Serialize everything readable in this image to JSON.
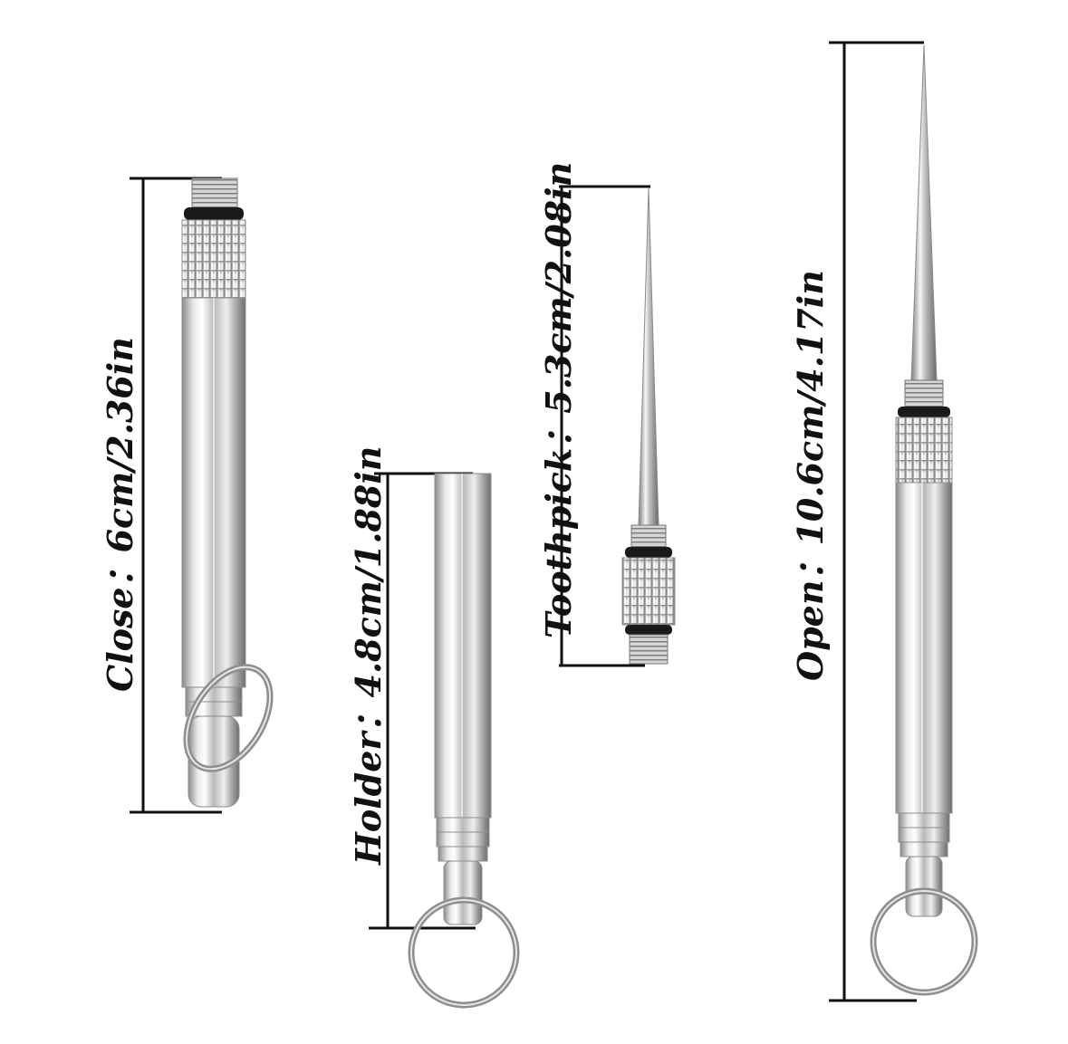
{
  "labels": {
    "close": "Close：6cm/2.36in",
    "holder": "Holder：4.8cm/1.88in",
    "toothpick": "Toothpick：5.3cm/2.08in",
    "open": "Open：10.6cm/4.17in"
  },
  "colors": {
    "background": "#ffffff",
    "dimension_line": "#111111",
    "metal_light": "#f6f6f6",
    "metal_mid": "#c9c9c9",
    "metal_dark": "#7a7a7a",
    "o_ring": "#1a1a1a"
  }
}
